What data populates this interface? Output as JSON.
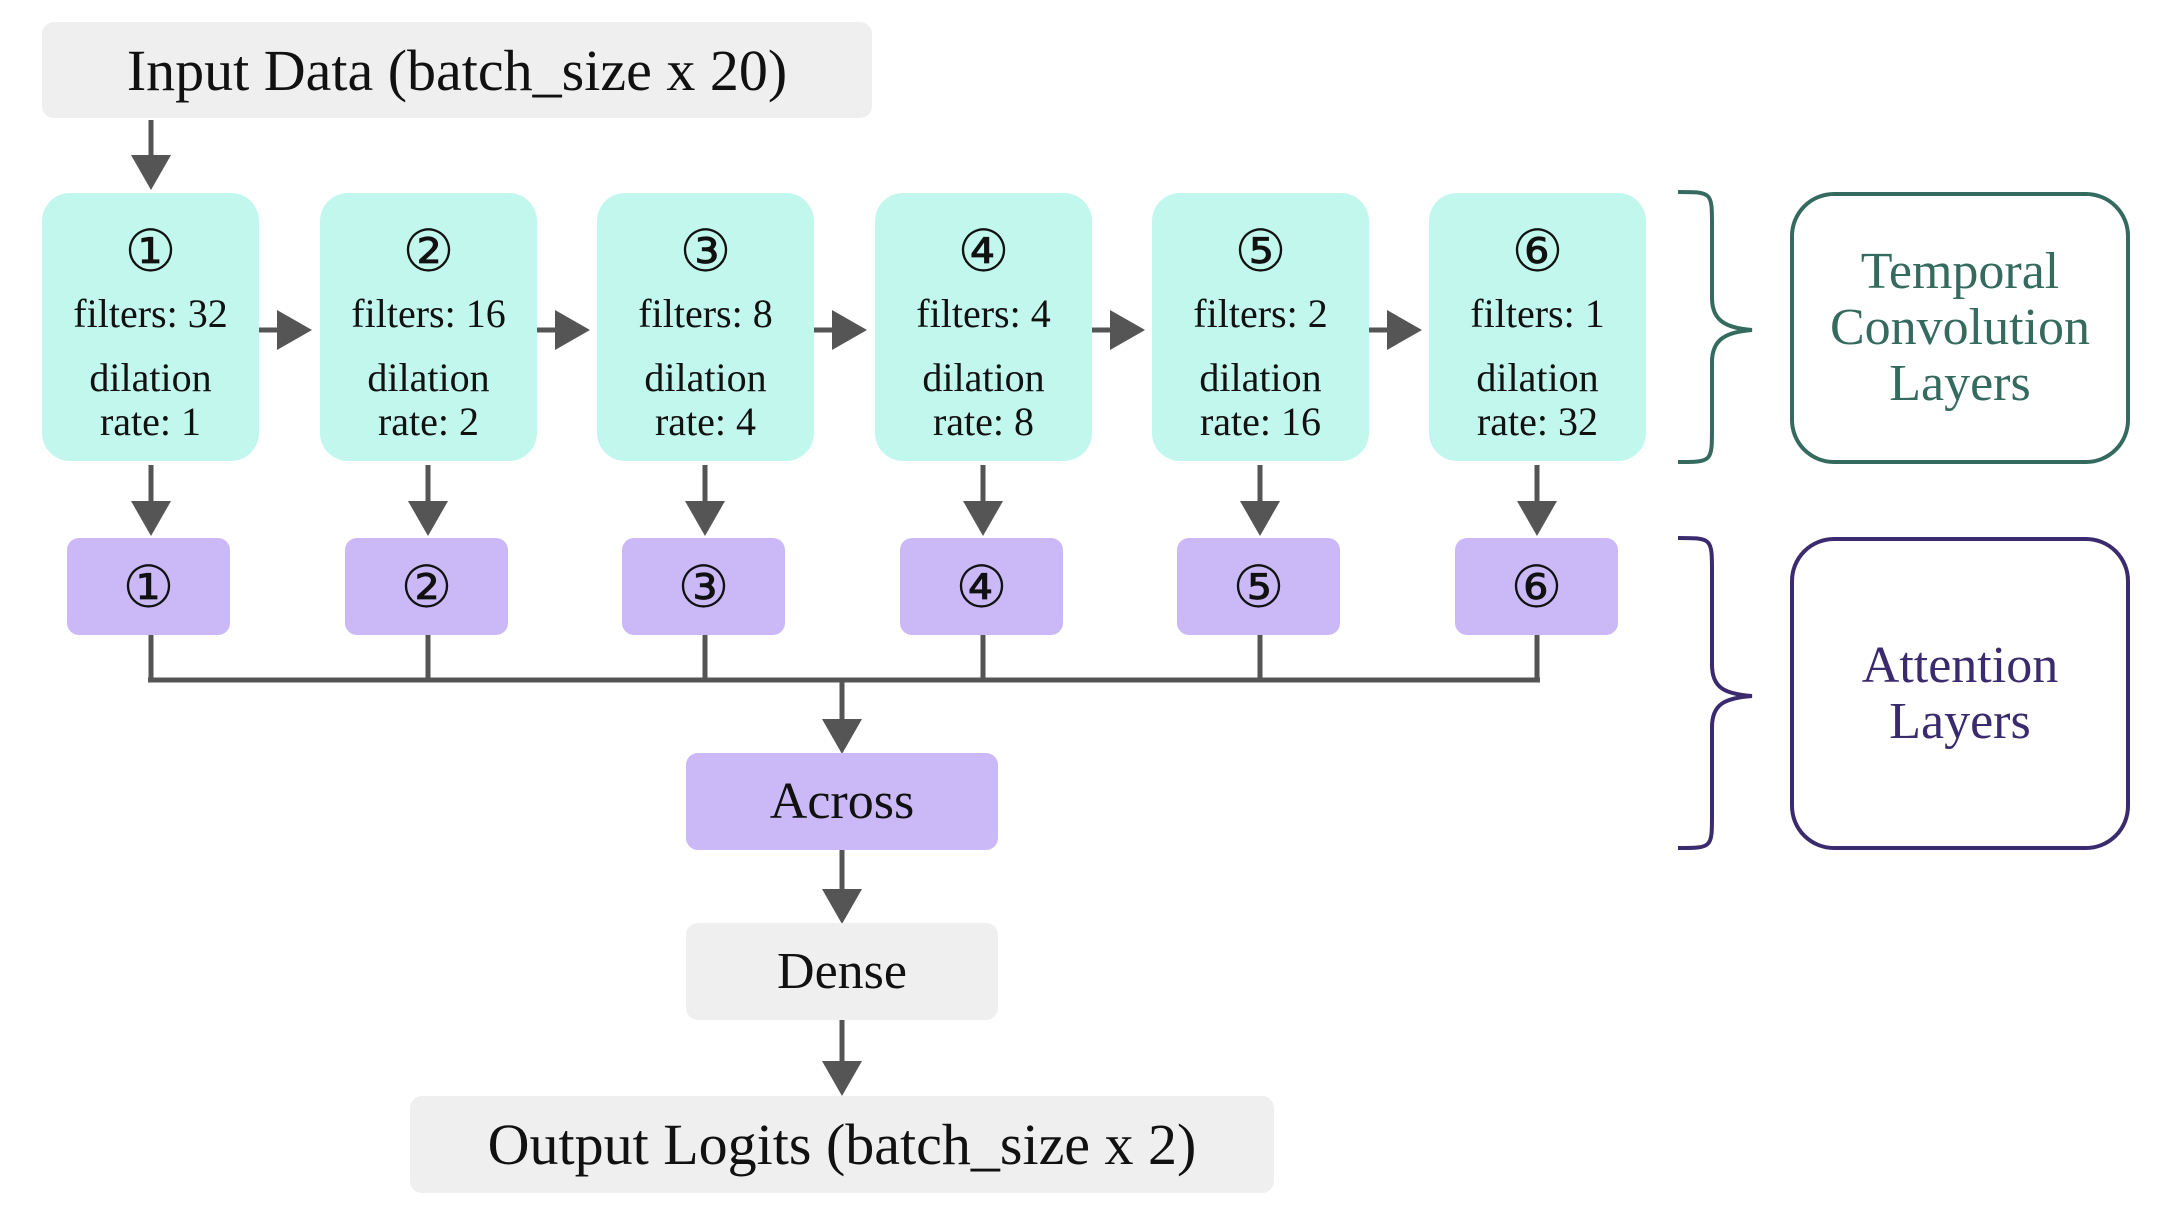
{
  "input": {
    "label": "Input Data (batch_size x 20)"
  },
  "tcn_blocks": [
    {
      "index": "①",
      "filters": "filters: 32",
      "dilation": "dilation",
      "rate": "rate: 1"
    },
    {
      "index": "②",
      "filters": "filters: 16",
      "dilation": "dilation",
      "rate": "rate: 2"
    },
    {
      "index": "③",
      "filters": "filters: 8",
      "dilation": "dilation",
      "rate": "rate: 4"
    },
    {
      "index": "④",
      "filters": "filters: 4",
      "dilation": "dilation",
      "rate": "rate: 8"
    },
    {
      "index": "⑤",
      "filters": "filters: 2",
      "dilation": "dilation",
      "rate": "rate: 16"
    },
    {
      "index": "⑥",
      "filters": "filters: 1",
      "dilation": "dilation",
      "rate": "rate: 32"
    }
  ],
  "attention_blocks": [
    {
      "index": "①"
    },
    {
      "index": "②"
    },
    {
      "index": "③"
    },
    {
      "index": "④"
    },
    {
      "index": "⑤"
    },
    {
      "index": "⑥"
    }
  ],
  "across": {
    "label": "Across"
  },
  "dense": {
    "label": "Dense"
  },
  "output": {
    "label": "Output Logits (batch_size x 2)"
  },
  "legend": {
    "temporal": {
      "line1": "Temporal",
      "line2": "Convolution",
      "line3": "Layers",
      "color": "#356b5e"
    },
    "attention": {
      "line1": "Attention",
      "line2": "Layers",
      "color": "#3a2a6e"
    }
  },
  "colors": {
    "tcn_fill": "#c2f7ee",
    "attention_fill": "#cbb9f7",
    "io_fill": "#efefef",
    "arrow": "#555555"
  }
}
